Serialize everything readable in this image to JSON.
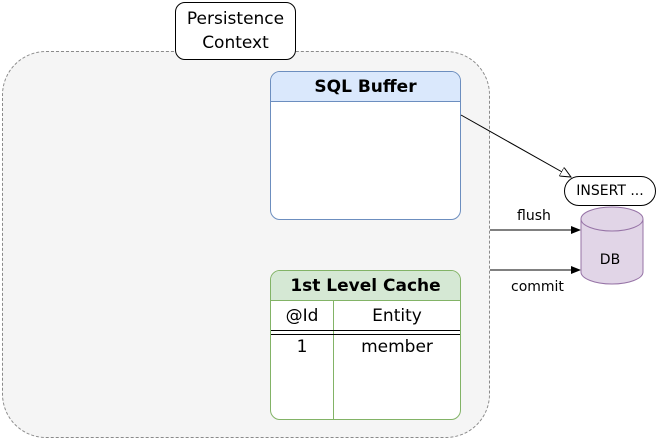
{
  "persistence_context": {
    "line1": "Persistence",
    "line2": "Context"
  },
  "sql_buffer": {
    "title": "SQL Buffer"
  },
  "first_level_cache": {
    "title": "1st Level Cache",
    "columns": [
      "@Id",
      "Entity"
    ],
    "rows": [
      {
        "id": "1",
        "entity": "member"
      }
    ]
  },
  "insert_note": "INSERT ...",
  "database": {
    "label": "DB"
  },
  "edges": {
    "flush": "flush",
    "commit": "commit"
  }
}
